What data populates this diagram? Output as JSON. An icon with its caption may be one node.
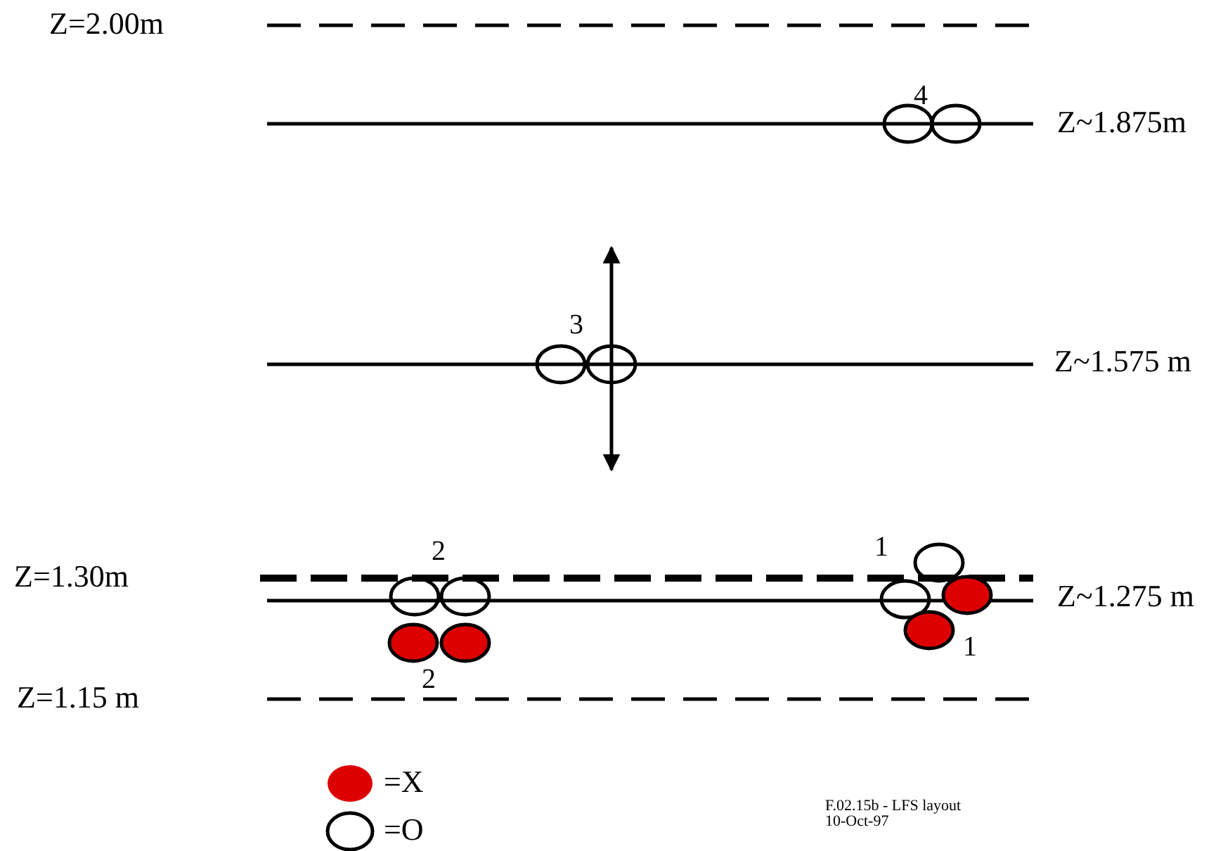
{
  "diagram": {
    "labels": [
      "Z=2.00m",
      "4",
      "Z~1.875m",
      "3",
      "Z~1.575 m",
      "2",
      "1",
      "Z=1.30m",
      "Z~1.275 m",
      "1",
      "Z=1.15 m",
      "2",
      "F.02.15b - LFS layout",
      "10-Oct-97"
    ],
    "legend": [
      {
        "text": "=X",
        "color": "#dd0000"
      },
      {
        "text": "=O"
      }
    ]
  }
}
